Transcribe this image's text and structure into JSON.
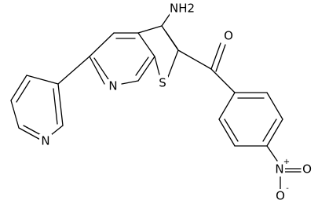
{
  "structure": {
    "atoms": {
      "amino": "NH2",
      "carbonyl_o": "O",
      "pyridine_n": "N",
      "fused_pyridine_n": "N",
      "thiophene_s": "S",
      "nitro_n": "N",
      "nitro_charge_plus": "+",
      "nitro_o_right": "O",
      "nitro_o_bottom": "O",
      "nitro_charge_minus": "-"
    }
  },
  "colors": {
    "bond": "#000000",
    "background": "#ffffff"
  }
}
